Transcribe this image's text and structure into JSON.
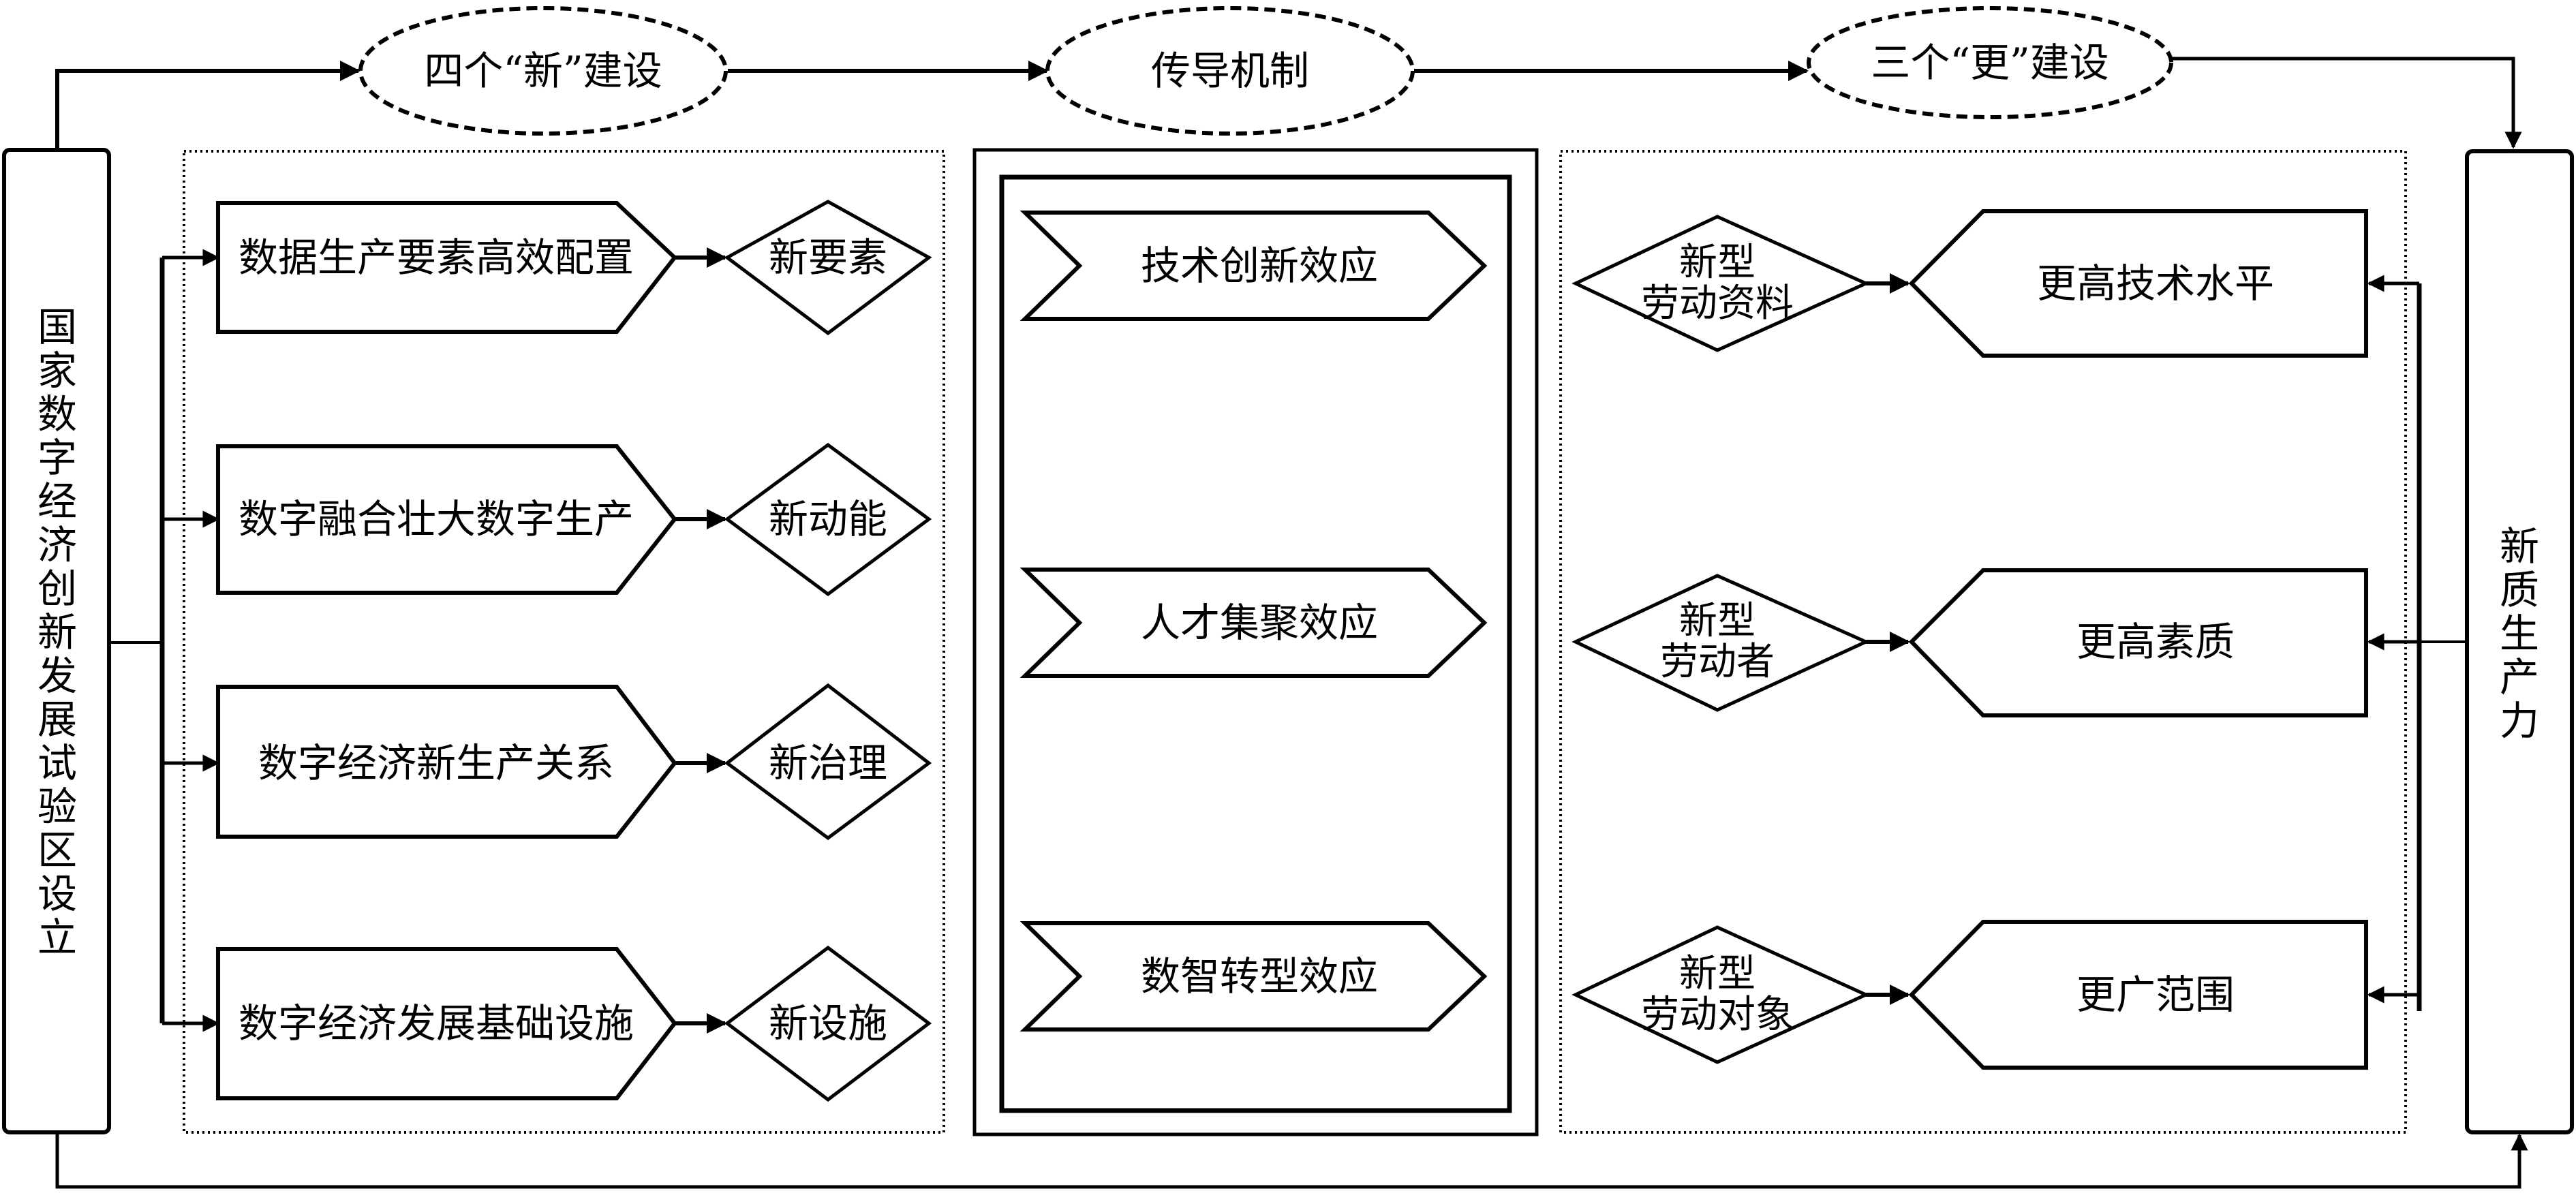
{
  "top_flow": {
    "left_ellipse": "四个“新”建设",
    "middle_ellipse": "传导机制",
    "right_ellipse": "三个“更”建设"
  },
  "left_pillar": {
    "chars": [
      "国",
      "家",
      "数",
      "字",
      "经",
      "济",
      "创",
      "新",
      "发",
      "展",
      "试",
      "验",
      "区",
      "设",
      "立"
    ]
  },
  "right_pillar": {
    "chars": [
      "新",
      "质",
      "生",
      "产",
      "力"
    ]
  },
  "left_panel": {
    "rows": [
      {
        "action": "数据生产要素高效配置",
        "outcome": "新要素"
      },
      {
        "action": "数字融合壮大数字生产",
        "outcome": "新动能"
      },
      {
        "action": "数字经济新生产关系",
        "outcome": "新治理"
      },
      {
        "action": "数字经济发展基础设施",
        "outcome": "新设施"
      }
    ]
  },
  "middle_panel": {
    "effects": [
      "技术创新效应",
      "人才集聚效应",
      "数智转型效应"
    ]
  },
  "right_panel": {
    "rows": [
      {
        "factor_line1": "新型",
        "factor_line2": "劳动资料",
        "target": "更高技术水平"
      },
      {
        "factor_line1": "新型",
        "factor_line2": "劳动者",
        "target": "更高素质"
      },
      {
        "factor_line1": "新型",
        "factor_line2": "劳动对象",
        "target": "更广范围"
      }
    ]
  }
}
